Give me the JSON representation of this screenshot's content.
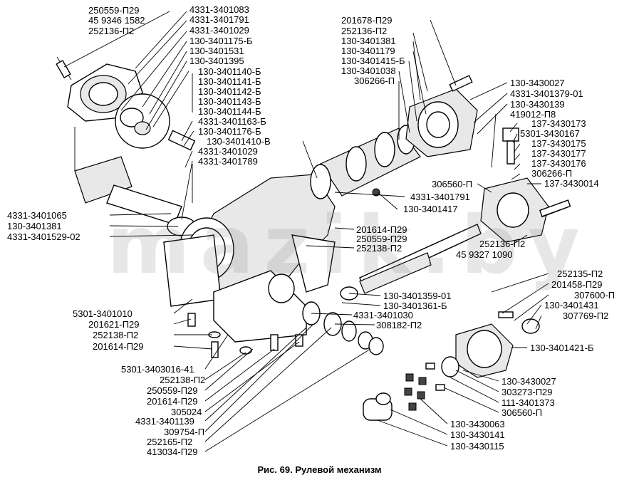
{
  "caption": "Рис. 69. Рулевой механизм",
  "watermark": "mazik.by",
  "labels": [
    "250559-П29",
    "45 9346 1582",
    "252136-П2",
    "4331-3401083",
    "4331-3401791",
    "4331-3401029",
    "130-3401175-Б",
    "130-3401531",
    "130-3401395",
    "130-3401140-Б",
    "130-3401141-Б",
    "130-3401142-Б",
    "130-3401143-Б",
    "130-3401144-Б",
    "4331-3401163-Б",
    "130-3401176-Б",
    "130-3401410-В",
    "4331-3401029",
    "4331-3401789",
    "201678-П29",
    "252136-П2",
    "130-3401381",
    "130-3401179",
    "130-3401415-Б",
    "130-3401038",
    "306266-П",
    "130-3430027",
    "4331-3401379-01",
    "130-3430139",
    "419012-П8",
    "137-3430173",
    "5301-3430167",
    "137-3430175",
    "137-3430177",
    "137-3430176",
    "306266-П",
    "137-3430014",
    "306560-П",
    "4331-3401791",
    "130-3401417",
    "4331-3401065",
    "130-3401381",
    "4331-3401529-02",
    "201614-П29",
    "250559-П29",
    "252138-П2",
    "252136-П2",
    "45 9327 1090",
    "252135-П2",
    "201458-П29",
    "307600-П",
    "130-3401431",
    "307769-П2",
    "130-3401359-01",
    "130-3401361-Б",
    "4331-3401030",
    "308182-П2",
    "5301-3401010",
    "201621-П29",
    "252138-П2",
    "201614-П29",
    "130-3401421-Б",
    "5301-3403016-41",
    "252138-П2",
    "250559-П29",
    "201614-П29",
    "305024",
    "130-3430027",
    "303273-П29",
    "111-3401373",
    "306560-П",
    "4331-3401139",
    "309754-П",
    "252165-П2",
    "413034-П29",
    "130-3430063",
    "130-3430141",
    "130-3430115"
  ]
}
